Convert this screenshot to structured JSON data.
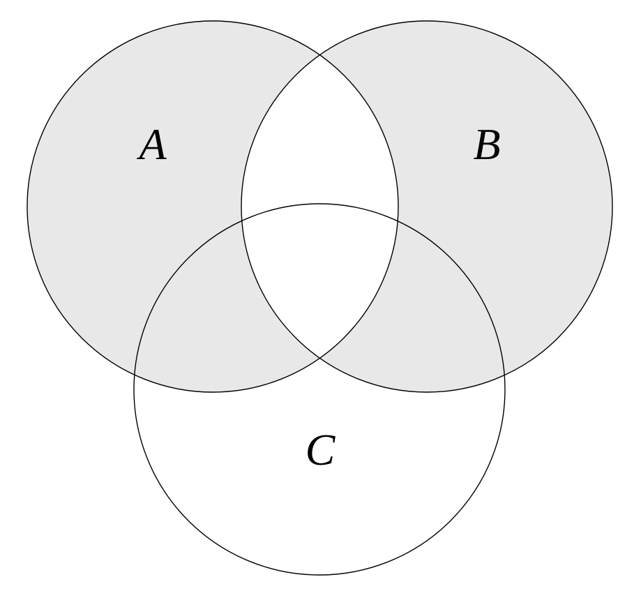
{
  "figure": {
    "kind": "three-set-venn-diagram",
    "labels": {
      "set_a": "A",
      "set_b": "B",
      "set_c": "C"
    },
    "colors": {
      "shaded": "#e8e8e8",
      "stroke": "#000000",
      "background": "#ffffff"
    },
    "shading_note": "symmetric difference of A and B shaded; A-B lens, triple overlap and C-only region unshaded"
  }
}
